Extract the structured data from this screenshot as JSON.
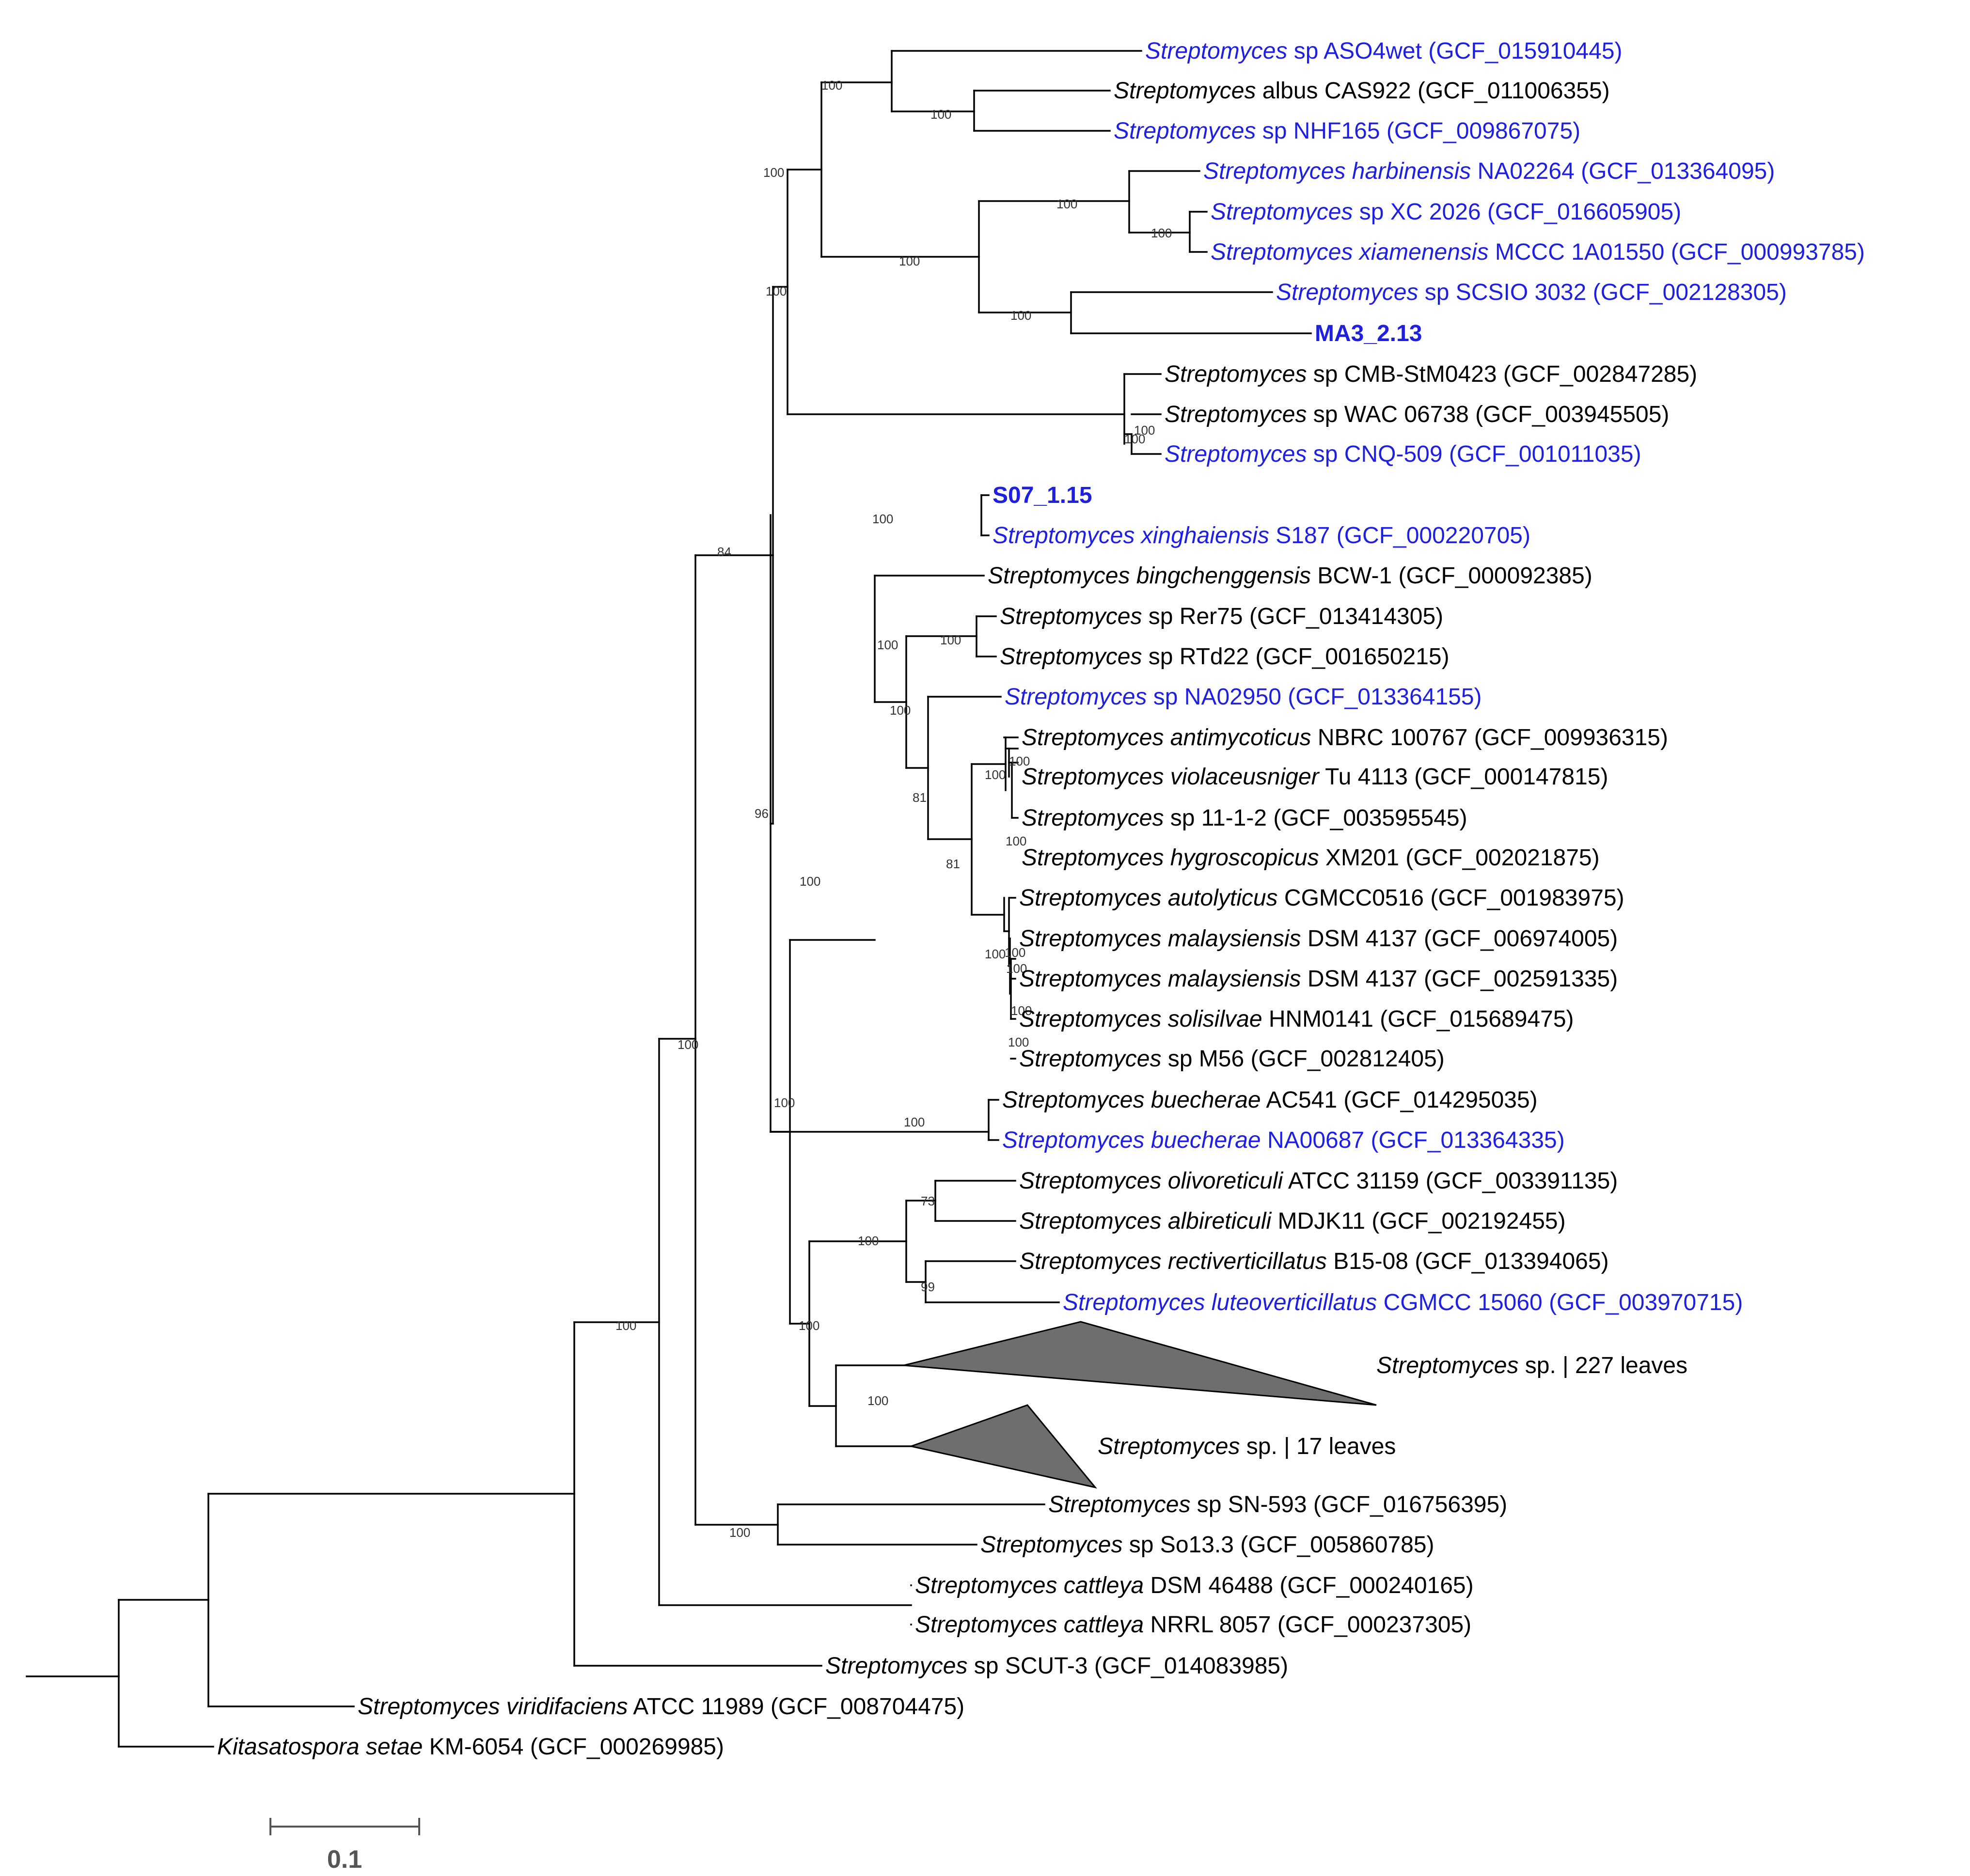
{
  "tips": [
    {
      "id": "t1",
      "italic": "Streptomyces",
      "rest": " sp ASO4wet (GCF_015910445)",
      "hl": true
    },
    {
      "id": "t2",
      "italic": "Streptomyces",
      "rest": " albus CAS922 (GCF_011006355)",
      "hl": false
    },
    {
      "id": "t3",
      "italic": "Streptomyces",
      "rest": " sp NHF165 (GCF_009867075)",
      "hl": true
    },
    {
      "id": "t4",
      "italic": "Streptomyces harbinensis",
      "rest": " NA02264 (GCF_013364095)",
      "hl": true
    },
    {
      "id": "t5",
      "italic": "Streptomyces",
      "rest": " sp XC 2026 (GCF_016605905)",
      "hl": true
    },
    {
      "id": "t6",
      "italic": "Streptomyces xiamenensis",
      "rest": " MCCC 1A01550 (GCF_000993785)",
      "hl": true
    },
    {
      "id": "t7",
      "italic": "Streptomyces",
      "rest": " sp SCSIO 3032 (GCF_002128305)",
      "hl": true
    },
    {
      "id": "t8",
      "italic": "",
      "rest": "MA3_2.13",
      "hl": true,
      "bold": true
    },
    {
      "id": "t9",
      "italic": "Streptomyces",
      "rest": " sp CMB-StM0423 (GCF_002847285)",
      "hl": false
    },
    {
      "id": "t10",
      "italic": "Streptomyces",
      "rest": " sp WAC 06738 (GCF_003945505)",
      "hl": false
    },
    {
      "id": "t11",
      "italic": "Streptomyces",
      "rest": " sp CNQ-509 (GCF_001011035)",
      "hl": true
    },
    {
      "id": "t12",
      "italic": "",
      "rest": "S07_1.15",
      "hl": true,
      "bold": true
    },
    {
      "id": "t13",
      "italic": "Streptomyces xinghaiensis",
      "rest": " S187 (GCF_000220705)",
      "hl": true
    },
    {
      "id": "t14",
      "italic": "Streptomyces bingchenggensis",
      "rest": " BCW-1 (GCF_000092385)",
      "hl": false
    },
    {
      "id": "t15",
      "italic": "Streptomyces",
      "rest": " sp Rer75 (GCF_013414305)",
      "hl": false
    },
    {
      "id": "t16",
      "italic": "Streptomyces",
      "rest": " sp RTd22 (GCF_001650215)",
      "hl": false
    },
    {
      "id": "t17",
      "italic": "Streptomyces",
      "rest": " sp NA02950 (GCF_013364155)",
      "hl": true
    },
    {
      "id": "t18",
      "italic": "Streptomyces antimycoticus",
      "rest": " NBRC 100767 (GCF_009936315)",
      "hl": false
    },
    {
      "id": "t19",
      "italic": "Streptomyces violaceusniger",
      "rest": " Tu 4113 (GCF_000147815)",
      "hl": false
    },
    {
      "id": "t20",
      "italic": "Streptomyces",
      "rest": " sp 11-1-2 (GCF_003595545)",
      "hl": false
    },
    {
      "id": "t21",
      "italic": "Streptomyces hygroscopicus",
      "rest": " XM201 (GCF_002021875)",
      "hl": false
    },
    {
      "id": "t22",
      "italic": "Streptomyces autolyticus",
      "rest": " CGMCC0516 (GCF_001983975)",
      "hl": false
    },
    {
      "id": "t23",
      "italic": "Streptomyces malaysiensis",
      "rest": " DSM 4137 (GCF_006974005)",
      "hl": false
    },
    {
      "id": "t24",
      "italic": "Streptomyces malaysiensis",
      "rest": " DSM 4137 (GCF_002591335)",
      "hl": false
    },
    {
      "id": "t25",
      "italic": "Streptomyces solisilvae",
      "rest": " HNM0141 (GCF_015689475)",
      "hl": false
    },
    {
      "id": "t26",
      "italic": "Streptomyces",
      "rest": " sp M56 (GCF_002812405)",
      "hl": false
    },
    {
      "id": "t27",
      "italic": "Streptomyces buecherae",
      "rest": " AC541 (GCF_014295035)",
      "hl": false
    },
    {
      "id": "t28",
      "italic": "Streptomyces buecherae",
      "rest": " NA00687 (GCF_013364335)",
      "hl": true
    },
    {
      "id": "t29",
      "italic": "Streptomyces olivoreticuli",
      "rest": " ATCC 31159 (GCF_003391135)",
      "hl": false
    },
    {
      "id": "t30",
      "italic": "Streptomyces albireticuli",
      "rest": " MDJK11 (GCF_002192455)",
      "hl": false
    },
    {
      "id": "t31",
      "italic": "Streptomyces rectiverticillatus",
      "rest": " B15-08 (GCF_013394065)",
      "hl": false
    },
    {
      "id": "t32",
      "italic": "Streptomyces luteoverticillatus",
      "rest": " CGMCC 15060 (GCF_003970715)",
      "hl": true
    },
    {
      "id": "t33",
      "italic": "Streptomyces",
      "rest": " sp. | 227 leaves",
      "hl": false
    },
    {
      "id": "t34",
      "italic": "Streptomyces",
      "rest": " sp. | 17 leaves",
      "hl": false
    },
    {
      "id": "t35",
      "italic": "Streptomyces",
      "rest": " sp SN-593 (GCF_016756395)",
      "hl": false
    },
    {
      "id": "t36",
      "italic": "Streptomyces",
      "rest": " sp So13.3 (GCF_005860785)",
      "hl": false
    },
    {
      "id": "t37",
      "italic": "Streptomyces cattleya",
      "rest": " DSM 46488 (GCF_000240165)",
      "hl": false
    },
    {
      "id": "t38",
      "italic": "Streptomyces cattleya",
      "rest": " NRRL 8057 (GCF_000237305)",
      "hl": false
    },
    {
      "id": "t39",
      "italic": "Streptomyces",
      "rest": " sp SCUT-3 (GCF_014083985)",
      "hl": false
    },
    {
      "id": "t40",
      "italic": "Streptomyces viridifaciens",
      "rest": " ATCC 11989 (GCF_008704475)",
      "hl": false
    },
    {
      "id": "t41",
      "italic": "Kitasatospora setae",
      "rest": " KM-6054 (GCF_000269985)",
      "hl": false
    }
  ],
  "support": [
    "100",
    "100",
    "100",
    "100",
    "100",
    "100",
    "100",
    "100",
    "100",
    "100",
    "100",
    "100",
    "100",
    "100",
    "100",
    "100",
    "100",
    "100",
    "100",
    "100",
    "81",
    "81",
    "100",
    "100",
    "100",
    "73",
    "99",
    "100",
    "100",
    "100",
    "100",
    "100",
    "96",
    "100",
    "84",
    "100",
    "100"
  ],
  "scale_bar": {
    "label": "0.1"
  }
}
